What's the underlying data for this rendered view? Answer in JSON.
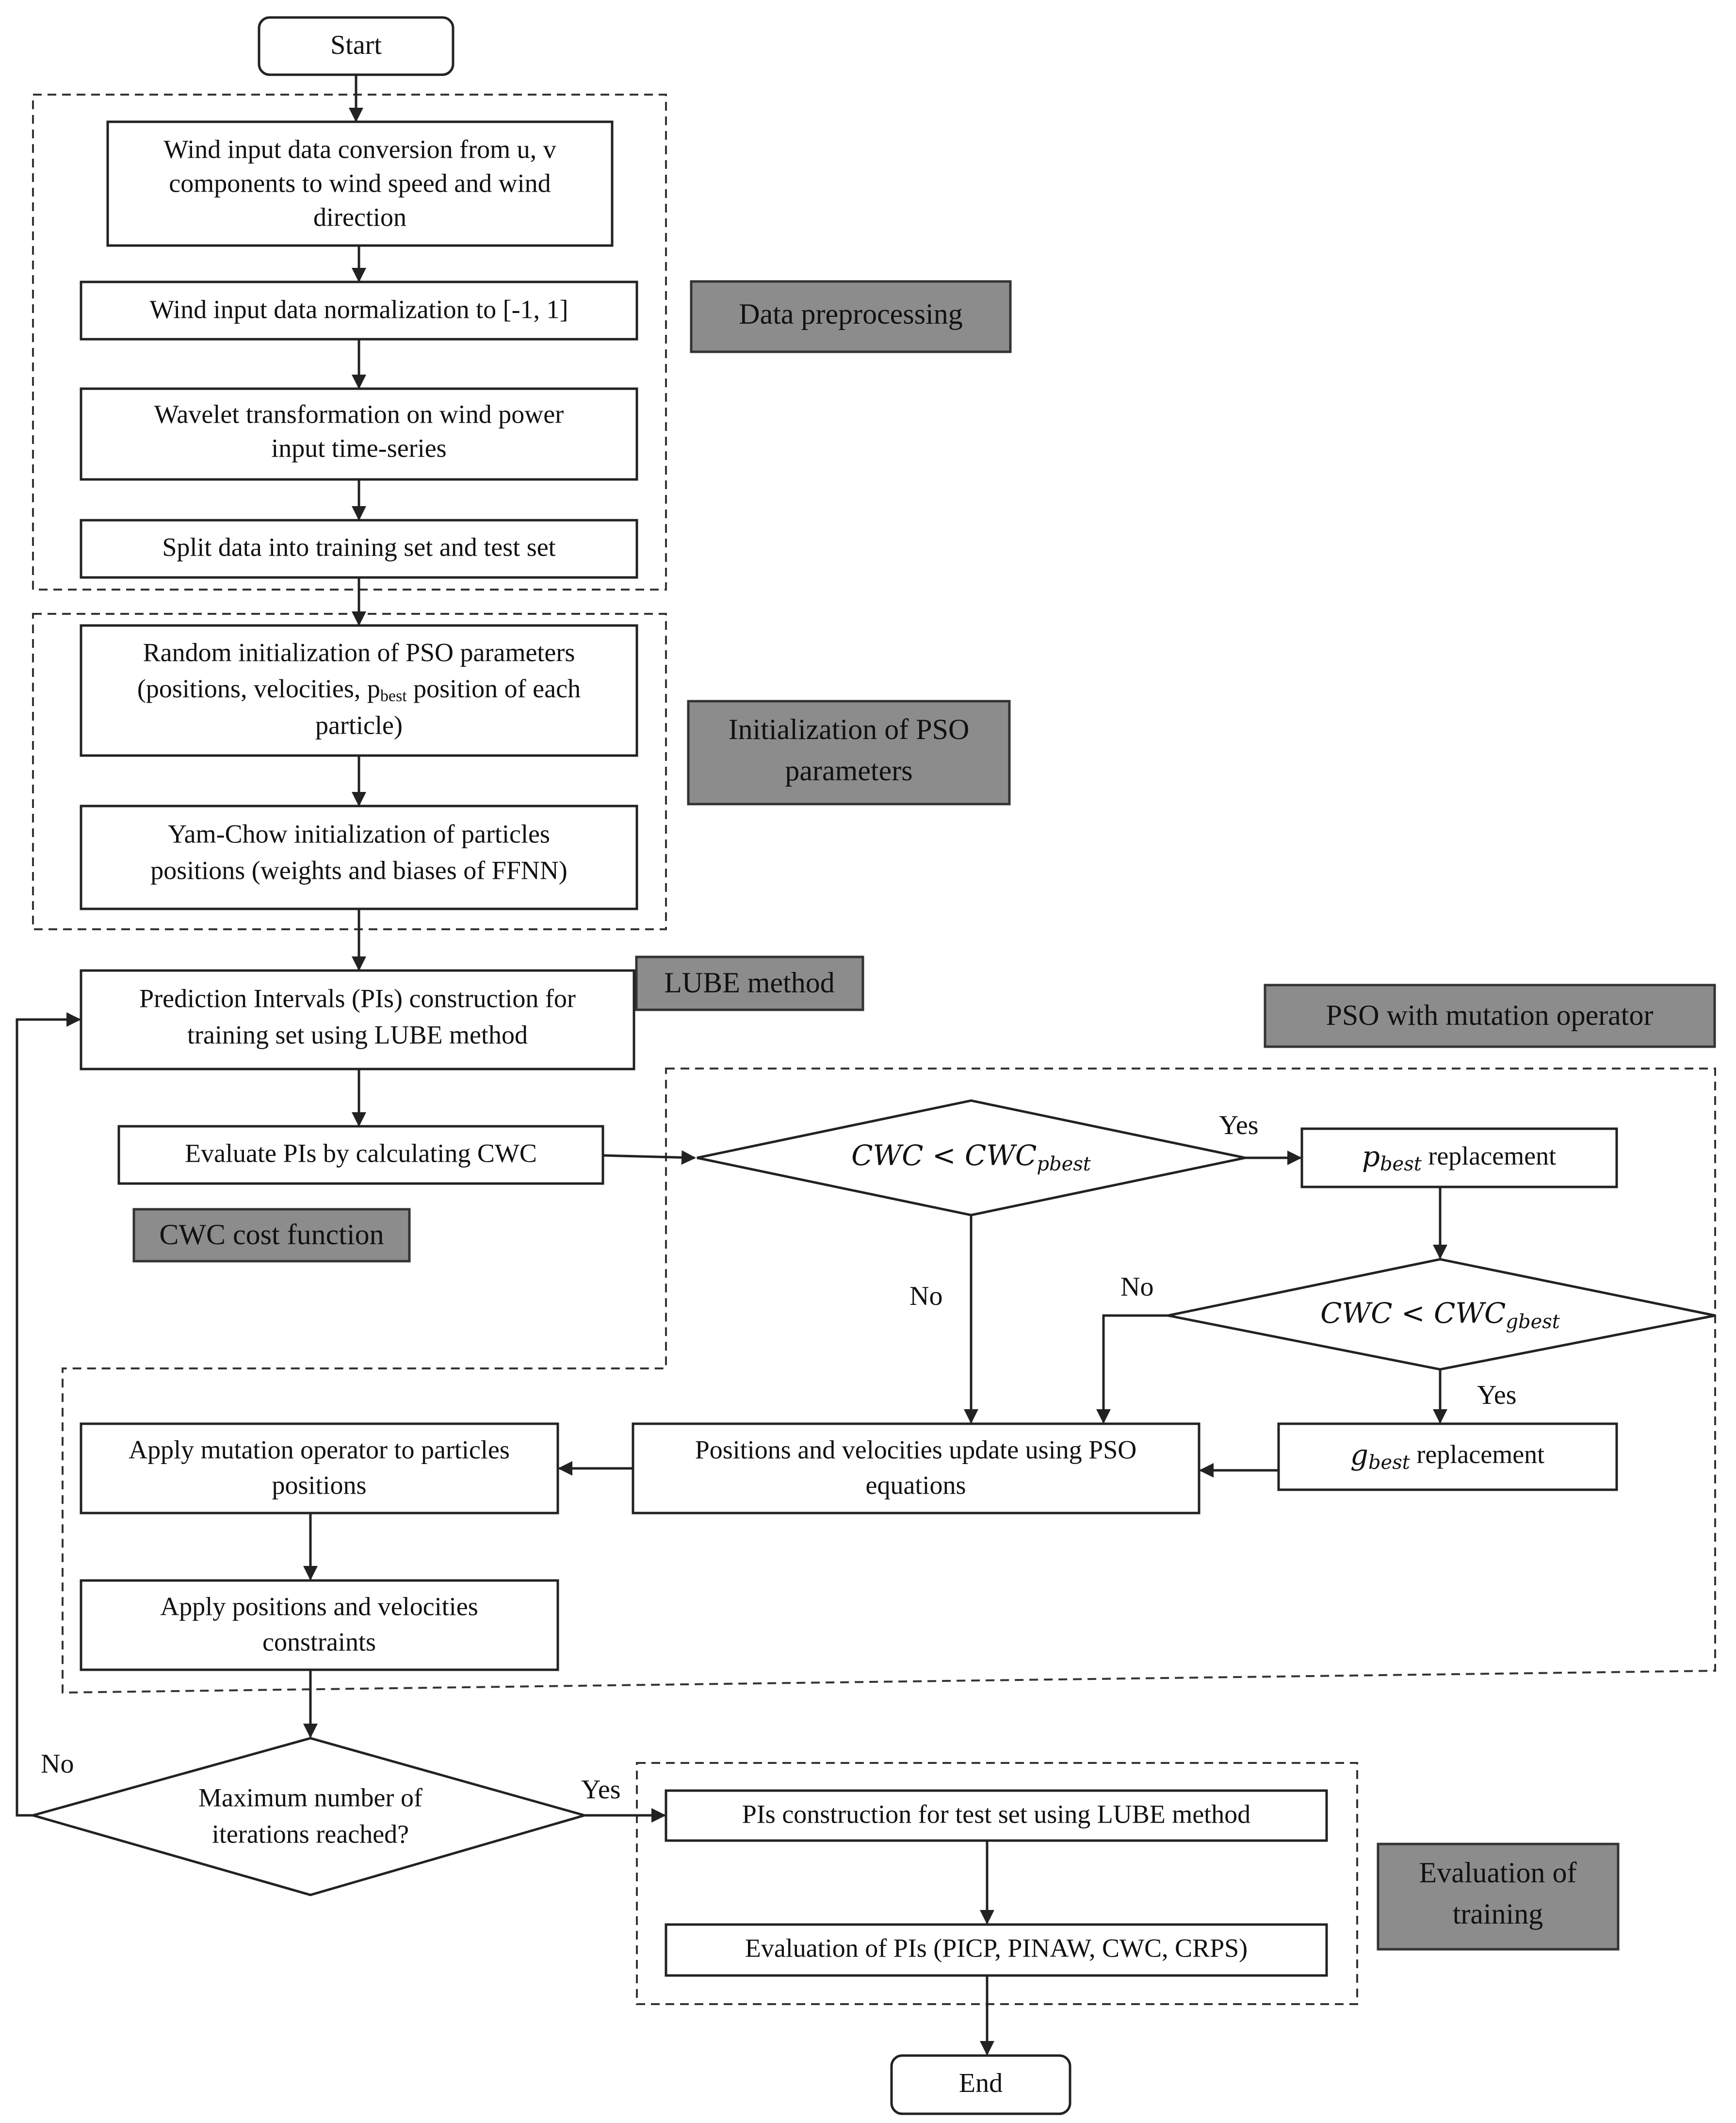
{
  "nodes": {
    "start": "Start",
    "wind_conversion": [
      "Wind input data conversion from u, v",
      "components to wind speed and wind",
      "direction"
    ],
    "normalization": "Wind input data normalization to [-1, 1]",
    "wavelet": [
      "Wavelet transformation on wind power",
      "input time-series"
    ],
    "split": "Split data into training set and test set",
    "random_init": [
      "Random initialization of PSO parameters",
      "(positions, velocities, p",
      "best",
      " position of each",
      "particle)"
    ],
    "yam_chow": [
      "Yam-Chow initialization of particles",
      "positions (weights and biases of FFNN)"
    ],
    "pi_construction": [
      "Prediction Intervals (PIs) construction for",
      "training set using LUBE method"
    ],
    "evaluate_pis": "Evaluate PIs by calculating CWC",
    "cond_pbest": {
      "left": "CWC < CWC",
      "sub": "pbest"
    },
    "pbest_replacement": {
      "var": "p",
      "sub": "best",
      "rest": " replacement"
    },
    "cond_gbest": {
      "left": "CWC < CWC",
      "sub": "gbest"
    },
    "gbest_replacement": {
      "var": "g",
      "sub": "best",
      "rest": " replacement"
    },
    "update": [
      "Positions and velocities update using PSO",
      "equations"
    ],
    "mutation": [
      "Apply mutation operator to particles",
      "positions"
    ],
    "constraints": [
      "Apply positions and velocities",
      "constraints"
    ],
    "max_iter": [
      "Maximum number of",
      "iterations reached?"
    ],
    "pi_test": "PIs construction for test set using LUBE method",
    "evaluation_pis": "Evaluation of PIs (PICP, PINAW, CWC, CRPS)",
    "end": "End"
  },
  "group_labels": {
    "data_preprocessing": "Data preprocessing",
    "init_pso": [
      "Initialization of PSO",
      "parameters"
    ],
    "lube": "LUBE method",
    "pso_mutation": "PSO with mutation operator",
    "cwc_cost": "CWC cost function",
    "evaluation_training": [
      "Evaluation of",
      "training"
    ]
  },
  "edge_labels": {
    "yes": "Yes",
    "no": "No"
  }
}
